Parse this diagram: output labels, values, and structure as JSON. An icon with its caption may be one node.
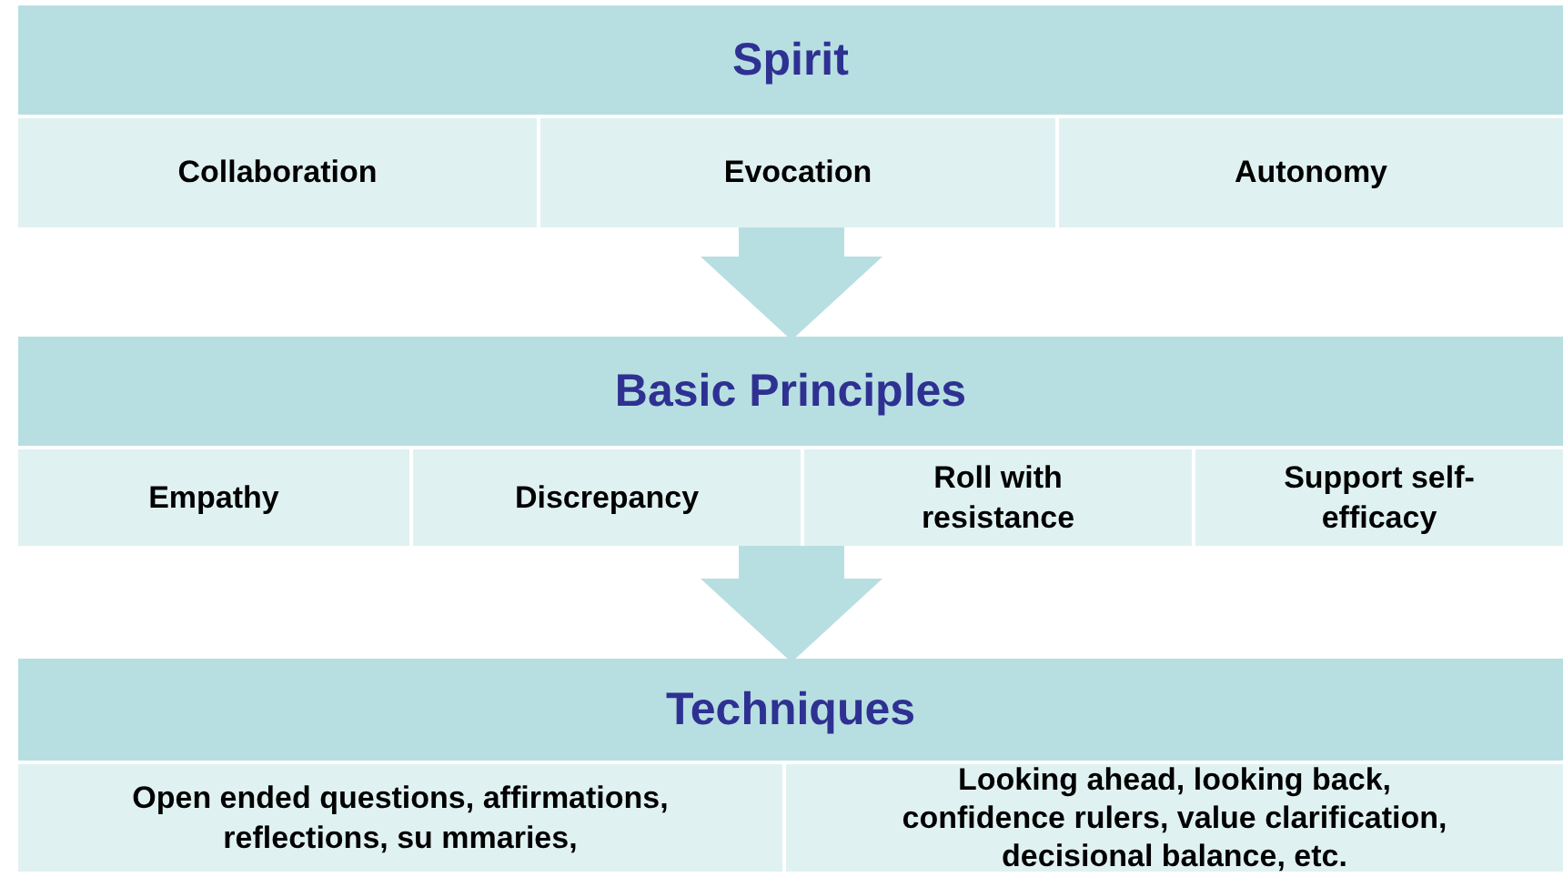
{
  "diagram": {
    "nodes": [
      {
        "text": [
          "Spirit"
        ]
      },
      {
        "text": [
          "Collaboration"
        ],
        "in": 0
      },
      {
        "text": [
          "Evocation"
        ],
        "in": 0
      },
      {
        "text": [
          "Autonomy"
        ],
        "in": 0
      },
      {
        "text": [
          "Basic Principles"
        ]
      },
      {
        "text": [
          "Empathy"
        ],
        "in": 4
      },
      {
        "text": [
          "Discrepancy"
        ],
        "in": 4
      },
      {
        "text": [
          "Roll with resistance"
        ],
        "in": 4
      },
      {
        "text": [
          "Support self-efficacy"
        ],
        "in": 4
      },
      {
        "text": [
          "Techniques"
        ]
      },
      {
        "text": [
          "Open ended questions, affirmations, reflections, su mmaries,"
        ],
        "in": 9
      },
      {
        "text": [
          "Looking ahead, looking back, confidence rulers, value clarification, decisional balance, etc."
        ],
        "in": 9
      }
    ],
    "edges": [
      {
        "from": 0,
        "to": 4,
        "arrow": "to"
      },
      {
        "from": 4,
        "to": 9,
        "arrow": "to"
      }
    ]
  }
}
